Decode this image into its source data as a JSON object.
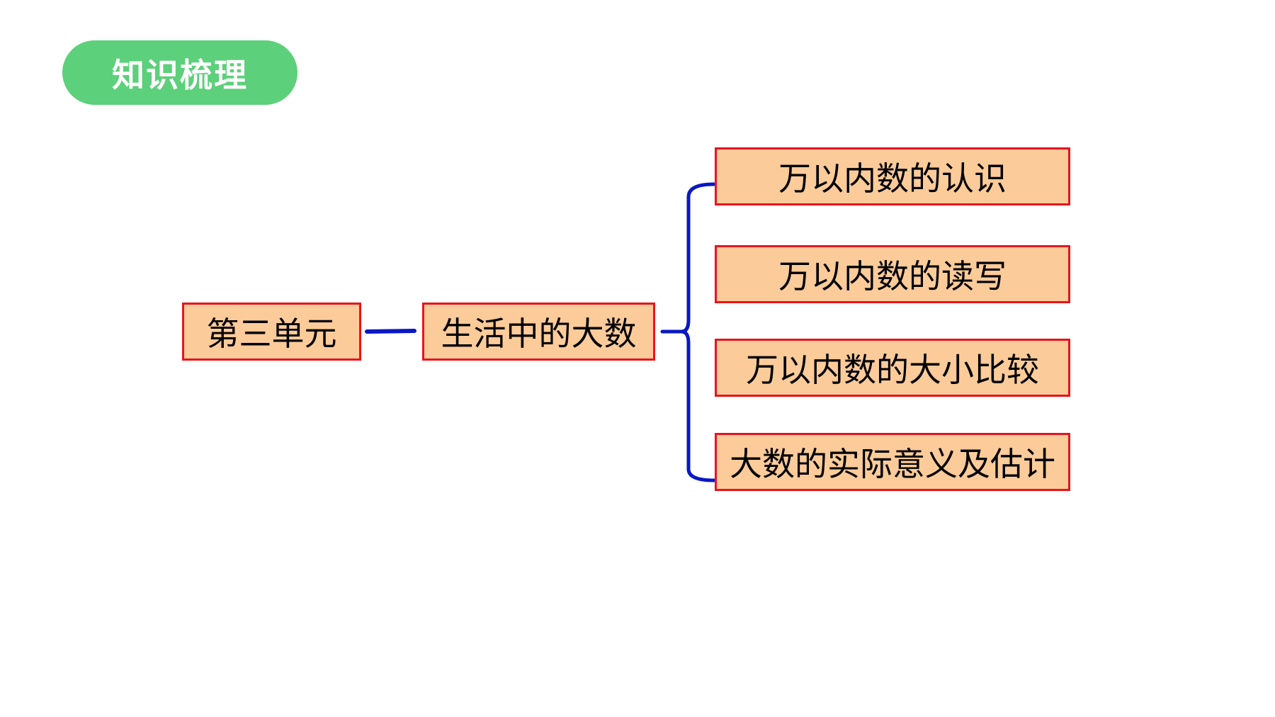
{
  "header": {
    "title": "知识梳理"
  },
  "root_node": {
    "label": "第三单元"
  },
  "topic_node": {
    "label": "生活中的大数"
  },
  "branches": [
    {
      "label": "万以内数的认识"
    },
    {
      "label": "万以内数的读写"
    },
    {
      "label": "万以内数的大小比较"
    },
    {
      "label": "大数的实际意义及估计"
    }
  ],
  "colors": {
    "header_bg": "#5cd07a",
    "header_text": "#ffffff",
    "node_fill": "#fccb9a",
    "node_border": "#e8141c",
    "connector": "#0a17c4"
  }
}
